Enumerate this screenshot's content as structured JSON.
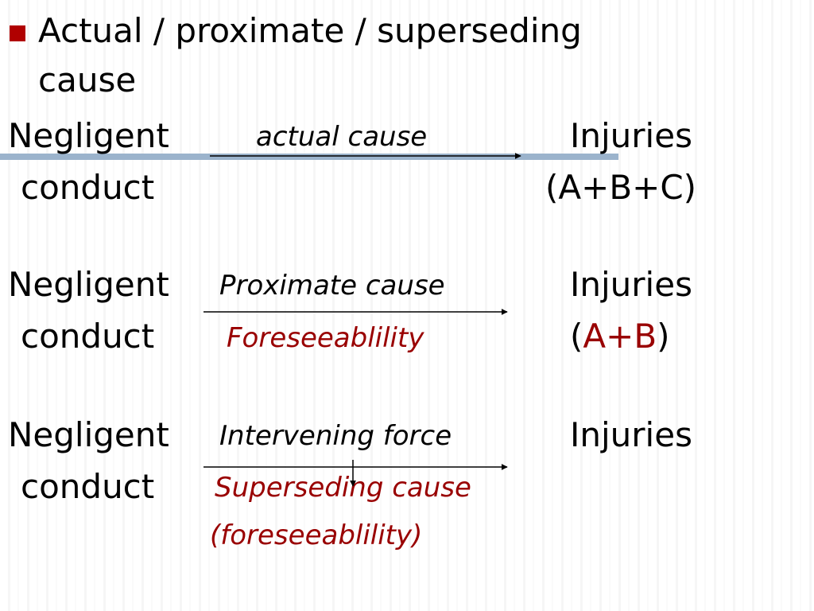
{
  "slide": {
    "title": "Actual / proximate / superseding cause",
    "title_line1": "Actual / proximate / superseding",
    "title_line2": "cause",
    "rows": [
      {
        "cause": "Negligent",
        "conduct": "conduct",
        "label_top": "actual cause",
        "label_bottom": "",
        "label_bottom2": "",
        "result": "Injuries",
        "result_detail_open": "(",
        "result_detail_main": "A+B+C",
        "result_detail_close": ")"
      },
      {
        "cause": "Negligent",
        "conduct": "conduct",
        "label_top": "Proximate cause",
        "label_bottom": "Foreseeablility",
        "label_bottom2": "",
        "result": "Injuries",
        "result_detail_open": "(",
        "result_detail_main": "A+B",
        "result_detail_close": ")"
      },
      {
        "cause": "Negligent",
        "conduct": "conduct",
        "label_top": "Intervening force",
        "label_bottom": "Superseding cause",
        "label_bottom2": "(foreseeablility)",
        "result": "Injuries",
        "result_detail_open": "",
        "result_detail_main": "",
        "result_detail_close": ""
      }
    ]
  },
  "colors": {
    "accent_red": "#990000",
    "bullet_red": "#b00000",
    "rule_blue": "#9bb3cc",
    "text": "#000000"
  }
}
